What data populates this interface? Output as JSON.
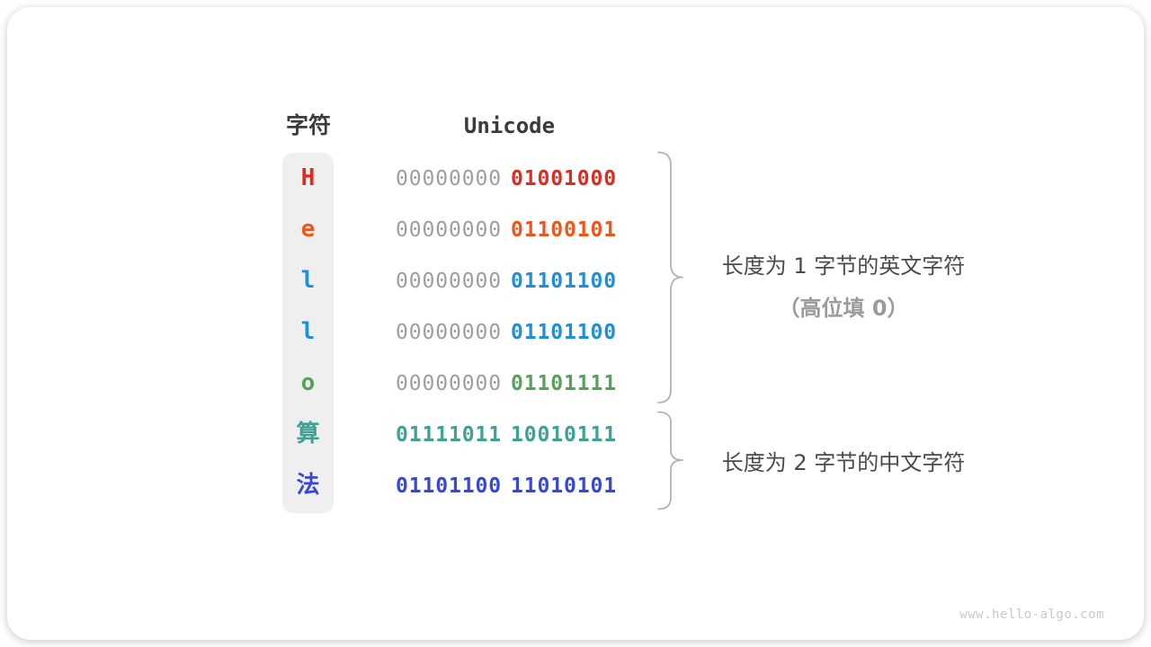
{
  "card": {
    "watermark": "www.hello-algo.com"
  },
  "table": {
    "headers": {
      "char": "字符",
      "unicode": "Unicode"
    },
    "rows": [
      {
        "char": "H",
        "char_color": "#e02b20",
        "byte1": "00000000",
        "byte2": "01001000",
        "byte1_gray": true
      },
      {
        "char": "e",
        "char_color": "#f0551a",
        "byte1": "00000000",
        "byte2": "01100101",
        "byte1_gray": true
      },
      {
        "char": "l",
        "char_color": "#1e8fdb",
        "byte1": "00000000",
        "byte2": "01101100",
        "byte1_gray": true
      },
      {
        "char": "l",
        "char_color": "#1e8fdb",
        "byte1": "00000000",
        "byte2": "01101100",
        "byte1_gray": true
      },
      {
        "char": "o",
        "char_color": "#55a25a",
        "byte1": "00000000",
        "byte2": "01101111",
        "byte1_gray": true
      },
      {
        "char": "算",
        "char_color": "#3fa093",
        "byte1": "01111011",
        "byte2": "10010111",
        "byte1_gray": false
      },
      {
        "char": "法",
        "char_color": "#3647d9",
        "byte1": "01101100",
        "byte2": "11010101",
        "byte1_gray": false
      }
    ]
  },
  "annotations": {
    "english": {
      "line1": "长度为 1 字节的英文字符",
      "line2": "（高位填 0）"
    },
    "chinese": {
      "line1": "长度为 2 字节的中文字符"
    }
  },
  "colors": {
    "gray_bits": "#9e9e9e",
    "header_text": "#3b3b3b",
    "column_bg": "#efefef",
    "brace": "#b3b3b3",
    "annotation_primary": "#4a4a4a",
    "annotation_secondary": "#9b9b9b",
    "watermark": "#c9c9c9"
  }
}
